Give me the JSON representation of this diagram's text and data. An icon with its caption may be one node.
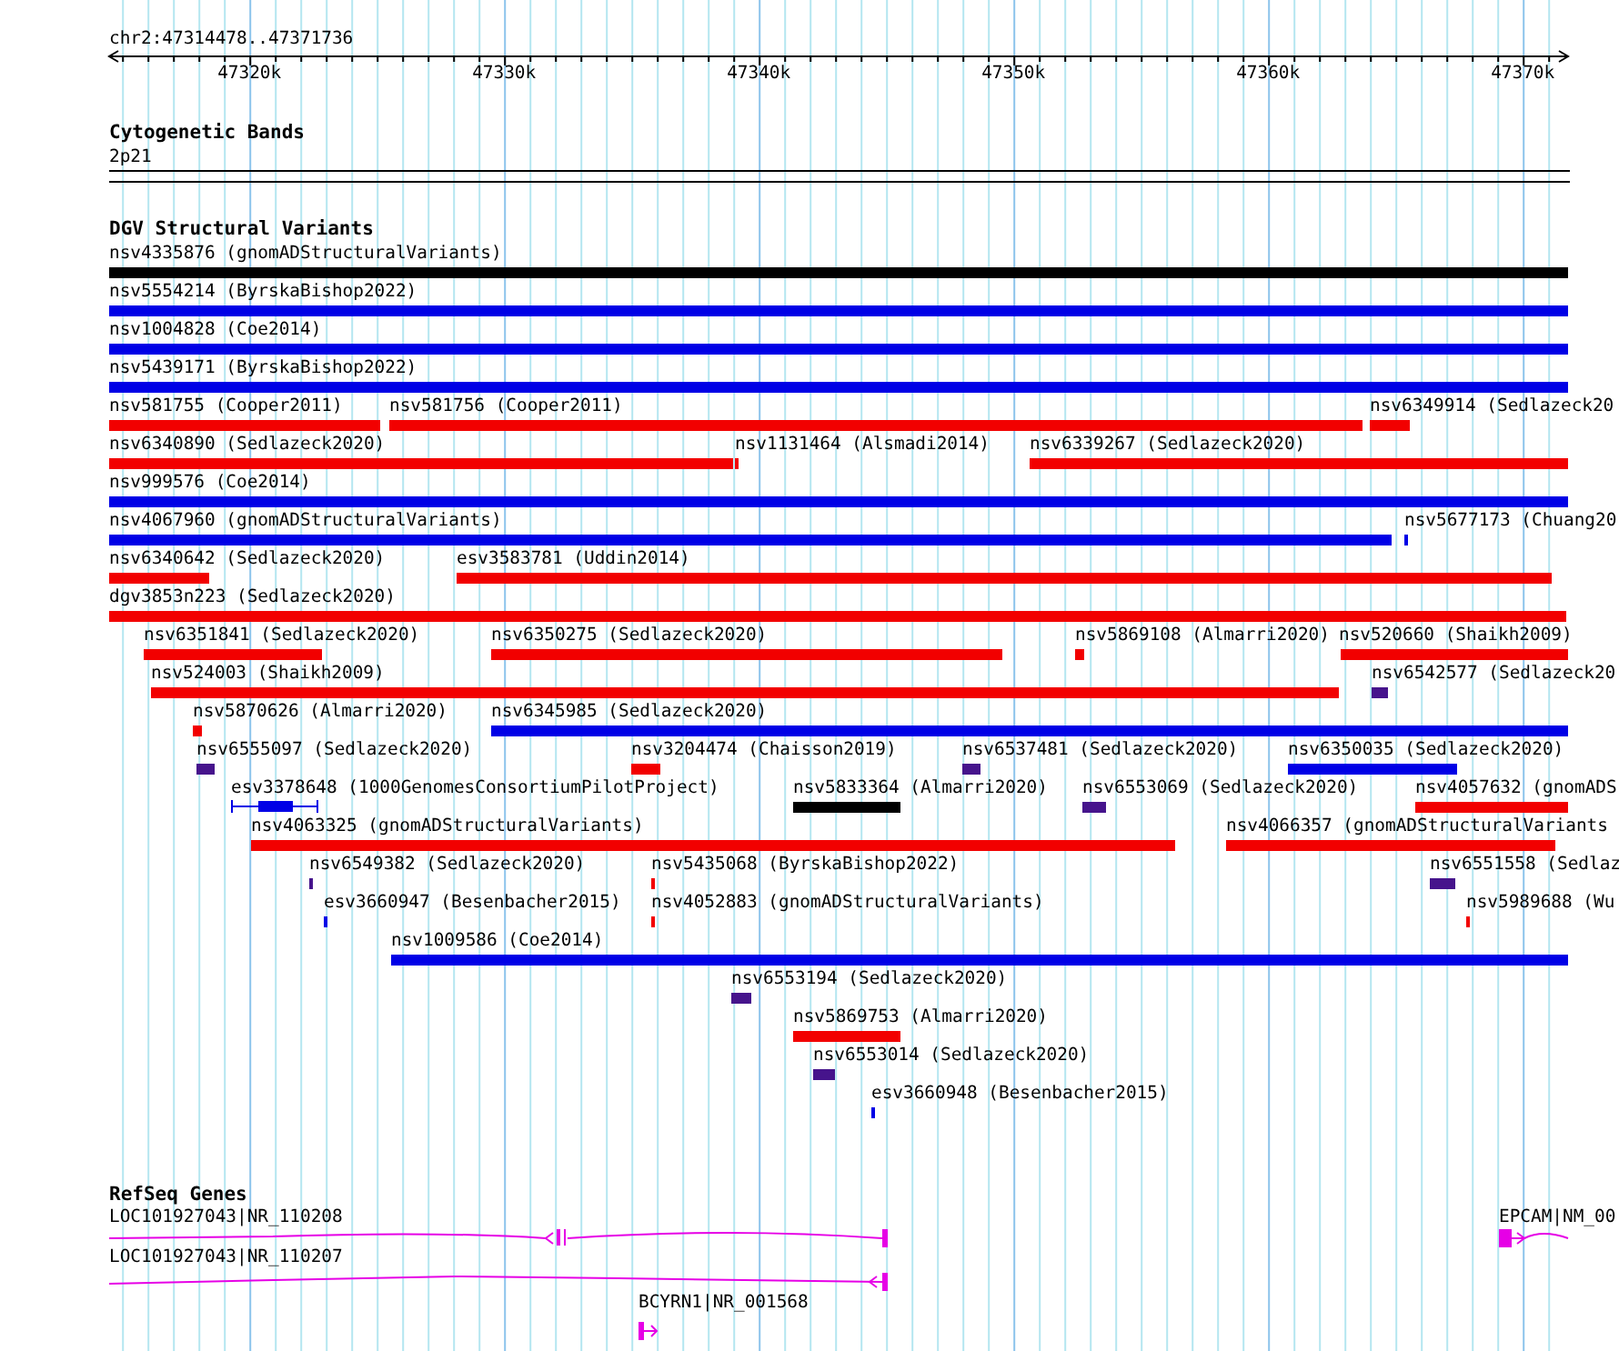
{
  "diagram": {
    "nodes": [
      {
        "text": [
          "nsv4335876 (gnomADStructuralVariants)"
        ]
      },
      {
        "text": [
          "nsv5554214 (ByrskaBishop2022)"
        ]
      },
      {
        "text": [
          "nsv1004828 (Coe2014)"
        ]
      },
      {
        "text": [
          "nsv5439171 (ByrskaBishop2022)"
        ]
      },
      {
        "text": [
          "nsv581755 (Cooper2011)"
        ]
      },
      {
        "text": [
          "nsv581756 (Cooper2011)"
        ]
      },
      {
        "text": [
          "nsv6349914 (Sedlazeck20"
        ]
      },
      {
        "text": [
          "nsv6340890 (Sedlazeck2020)"
        ]
      },
      {
        "text": [
          "nsv1131464 (Alsmadi2014)"
        ]
      },
      {
        "text": [
          "nsv6339267 (Sedlazeck2020)"
        ]
      },
      {
        "text": [
          "nsv999576 (Coe2014)"
        ]
      },
      {
        "text": [
          "nsv4067960 (gnomADStructuralVariants)"
        ]
      },
      {
        "text": [
          "nsv5677173 (Chuang20"
        ]
      },
      {
        "text": [
          "nsv6340642 (Sedlazeck2020)"
        ]
      },
      {
        "text": [
          "esv3583781 (Uddin2014)"
        ]
      },
      {
        "text": [
          "dgv3853n223 (Sedlazeck2020)"
        ]
      },
      {
        "text": [
          "nsv6351841 (Sedlazeck2020)"
        ]
      },
      {
        "text": [
          "nsv6350275 (Sedlazeck2020)"
        ]
      },
      {
        "text": [
          "nsv5869108 (Almarri2020)"
        ]
      },
      {
        "text": [
          "nsv520660 (Shaikh2009)"
        ]
      },
      {
        "text": [
          "nsv524003 (Shaikh2009)"
        ]
      },
      {
        "text": [
          "nsv6542577 (Sedlazeck20"
        ]
      },
      {
        "text": [
          "nsv5870626 (Almarri2020)"
        ]
      },
      {
        "text": [
          "nsv6345985 (Sedlazeck2020)"
        ]
      },
      {
        "text": [
          "nsv6555097 (Sedlazeck2020)"
        ]
      },
      {
        "text": [
          "nsv3204474 (Chaisson2019)"
        ]
      },
      {
        "text": [
          "nsv6537481 (Sedlazeck2020)"
        ]
      },
      {
        "text": [
          "nsv6350035 (Sedlazeck2020)"
        ]
      },
      {
        "text": [
          "esv3378648 (1000GenomesConsortiumPilotProject)"
        ]
      },
      {
        "text": [
          "nsv5833364 (Almarri2020)"
        ]
      },
      {
        "text": [
          "nsv6553069 (Sedlazeck2020)"
        ]
      },
      {
        "text": [
          "nsv4057632 (gnomADS"
        ]
      },
      {
        "text": [
          "nsv4063325 (gnomADStructuralVariants)"
        ]
      },
      {
        "text": [
          "nsv4066357 (gnomADStructuralVariants"
        ]
      },
      {
        "text": [
          "nsv6549382 (Sedlazeck2020)"
        ]
      },
      {
        "text": [
          "nsv5435068 (ByrskaBishop2022)"
        ]
      },
      {
        "text": [
          "nsv6551558 (Sedlaz"
        ]
      },
      {
        "text": [
          "esv3660947 (Besenbacher2015)"
        ]
      },
      {
        "text": [
          "nsv4052883 (gnomADStructuralVariants)"
        ]
      },
      {
        "text": [
          "nsv5989688 (Wu"
        ]
      },
      {
        "text": [
          "nsv1009586 (Coe2014)"
        ]
      },
      {
        "text": [
          "nsv6553194 (Sedlazeck2020)"
        ]
      },
      {
        "text": [
          "nsv5869753 (Almarri2020)"
        ]
      },
      {
        "text": [
          "nsv6553014 (Sedlazeck2020)"
        ]
      },
      {
        "text": [
          "esv3660948 (Besenbacher2015)"
        ]
      },
      {
        "text": [
          "LOC101927043|NR_110208"
        ]
      },
      {
        "text": [
          "EPCAM|NM_00"
        ]
      },
      {
        "text": [
          "LOC101927043|NR_110207"
        ]
      },
      {
        "text": [
          "BCYRN1|NR_001568"
        ]
      }
    ],
    "labels": [
      "chr2:47314478..47371736",
      "47320k",
      "47330k",
      "47340k",
      "47350k",
      "47360k",
      "47370k",
      "Cytogenetic Bands",
      "2p21",
      "DGV Structural Variants",
      "RefSeq Genes"
    ]
  }
}
